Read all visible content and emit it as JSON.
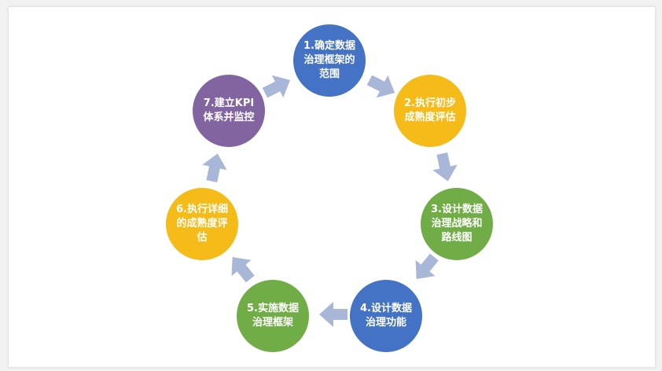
{
  "colors": {
    "blue": "#4472c4",
    "gold": "#f4bb19",
    "green": "#71ad47",
    "purple": "#8264a1",
    "arrow": "#a8b6d8"
  },
  "steps": [
    {
      "label": "1.确定数据\n治理框架的\n范围",
      "color": "#4472c4"
    },
    {
      "label": "2.执行初步\n成熟度评估",
      "color": "#f4bb19"
    },
    {
      "label": "3.设计数据\n治理战略和\n路线图",
      "color": "#71ad47"
    },
    {
      "label": "4.设计数据\n治理功能",
      "color": "#4472c4"
    },
    {
      "label": "5.实施数据\n治理框架",
      "color": "#71ad47"
    },
    {
      "label": "6.执行详细\n的成熟度评\n估",
      "color": "#f4bb19"
    },
    {
      "label": "7.建立KPI\n体系并监控",
      "color": "#8264a1"
    }
  ],
  "connector_icon": "chevron-arrow-icon"
}
